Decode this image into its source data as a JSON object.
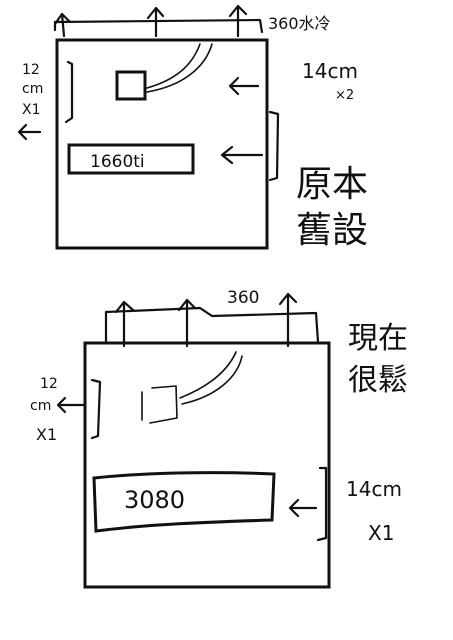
{
  "top_diagram": {
    "fan_label": "360水冷",
    "rear_label_line1": "12",
    "rear_label_line2": "cm",
    "rear_label_line3": "X1",
    "front_label_line1": "14cm",
    "front_label_line2": "×2",
    "gpu_label": "1660ti",
    "caption_line1": "原本",
    "caption_line2": "舊設"
  },
  "bottom_diagram": {
    "fan_label": "360",
    "rear_label_line1": "12",
    "rear_label_line2": "cm",
    "rear_label_line3": "X1",
    "front_label_line1": "14cm",
    "front_label_line2": "X1",
    "gpu_label": "3080",
    "caption_line1": "現在",
    "caption_line2": "很鬆"
  }
}
